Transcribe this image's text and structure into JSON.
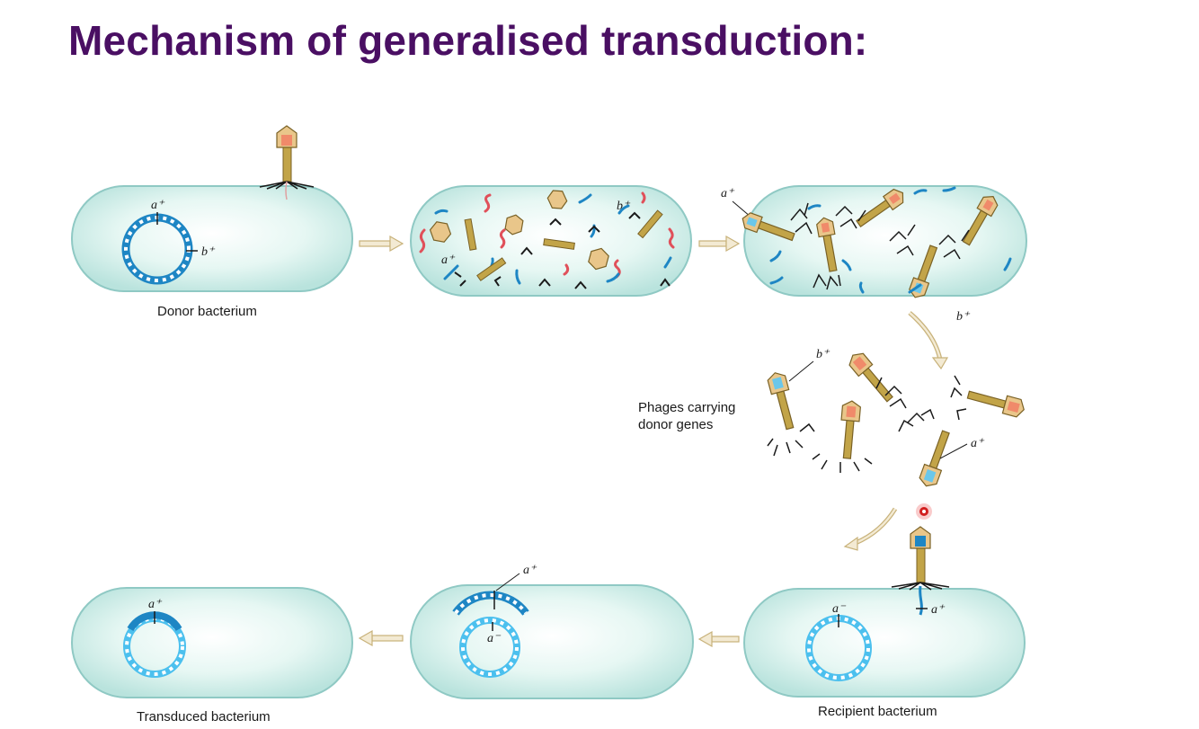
{
  "title": "Mechanism of generalised transduction:",
  "labels": {
    "donor": "Donor bacterium",
    "phages_line1": "Phages carrying",
    "phages_line2": "donor genes",
    "recipient": "Recipient bacterium",
    "transduced": "Transduced bacterium"
  },
  "genes": {
    "a_plus": "a⁺",
    "b_plus": "b⁺",
    "a_minus": "a⁻"
  },
  "colors": {
    "title": "#4a0f63",
    "cell_fill": "#cfeeea",
    "cell_stroke": "#8fc9c4",
    "dna_dark": "#1e86c4",
    "dna_light": "#4cc0ee",
    "dna_red": "#e0505a",
    "phage_tail": "#c2a448",
    "phage_head": "#e9c68a",
    "arrow": "#c8b27a"
  }
}
